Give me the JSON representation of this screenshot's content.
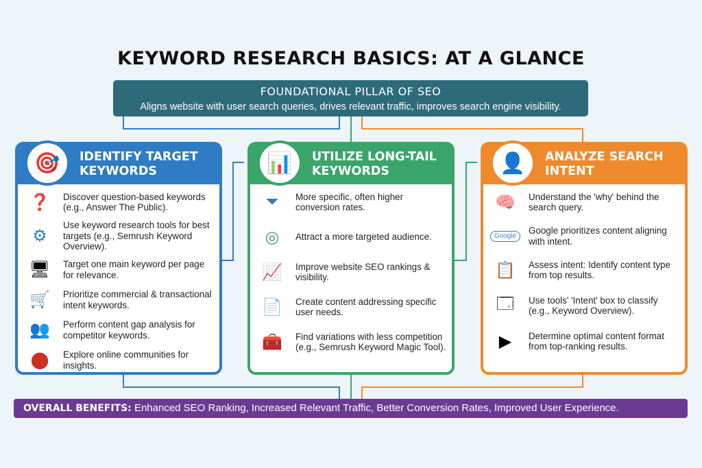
{
  "title": "KEYWORD RESEARCH BASICS: AT A GLANCE",
  "pillar": {
    "heading": "FOUNDATIONAL PILLAR OF SEO",
    "subtitle": "Aligns website with user search queries, drives relevant traffic, improves search engine visibility."
  },
  "cards": [
    {
      "title": "IDENTIFY TARGET KEYWORDS",
      "icon": "target-search-icon",
      "items": [
        {
          "icon": "question-bubble-icon",
          "text": "Discover question-based keywords (e.g., Answer The Public)."
        },
        {
          "icon": "gear-cycle-icon",
          "text": "Use keyword research tools for best targets (e.g., Semrush Keyword Overview)."
        },
        {
          "icon": "webpage-cursor-icon",
          "text": "Target one main keyword per page for relevance."
        },
        {
          "icon": "shopping-cart-dollar-icon",
          "text": "Prioritize commercial & transactional intent keywords."
        },
        {
          "icon": "competitors-icon",
          "text": "Perform content gap analysis for competitor keywords."
        },
        {
          "icon": "community-icon",
          "text": "Explore online communities for insights."
        }
      ]
    },
    {
      "title": "UTILIZE LONG-TAIL KEYWORDS",
      "icon": "long-tail-chart-icon",
      "items": [
        {
          "icon": "funnel-icon",
          "text": "More specific, often higher conversion rates."
        },
        {
          "icon": "target-icon",
          "text": "Attract a more targeted audience."
        },
        {
          "icon": "growth-chart-icon",
          "text": "Improve website SEO rankings & visibility."
        },
        {
          "icon": "document-check-icon",
          "text": "Create content addressing specific user needs."
        },
        {
          "icon": "magic-toolbox-icon",
          "text": "Find variations with less competition (e.g., Semrush Keyword Magic Tool)."
        }
      ]
    },
    {
      "title": "ANALYZE SEARCH INTENT",
      "icon": "user-intent-icon",
      "items": [
        {
          "icon": "brain-gear-icon",
          "text": "Understand the 'why' behind the search query."
        },
        {
          "icon": "google-search-icon",
          "text": "Google prioritizes content aligning with intent."
        },
        {
          "icon": "clipboard-checklist-icon",
          "text": "Assess intent: Identify content type from top results."
        },
        {
          "icon": "tool-window-icon",
          "text": "Use tools' 'Intent' box to classify (e.g., Keyword Overview)."
        },
        {
          "icon": "content-formats-icon",
          "text": "Determine optimal content format from top-ranking results."
        }
      ]
    }
  ],
  "benefits": {
    "label": "OVERALL BENEFITS:",
    "text": " Enhanced SEO Ranking, Increased Relevant Traffic, Better Conversion Rates, Improved User Experience."
  },
  "colors": {
    "pillar": "#2e6b7a",
    "blue": "#2f7cc4",
    "green": "#3aa56a",
    "orange": "#ef8a2c",
    "purple": "#6b3a92"
  }
}
